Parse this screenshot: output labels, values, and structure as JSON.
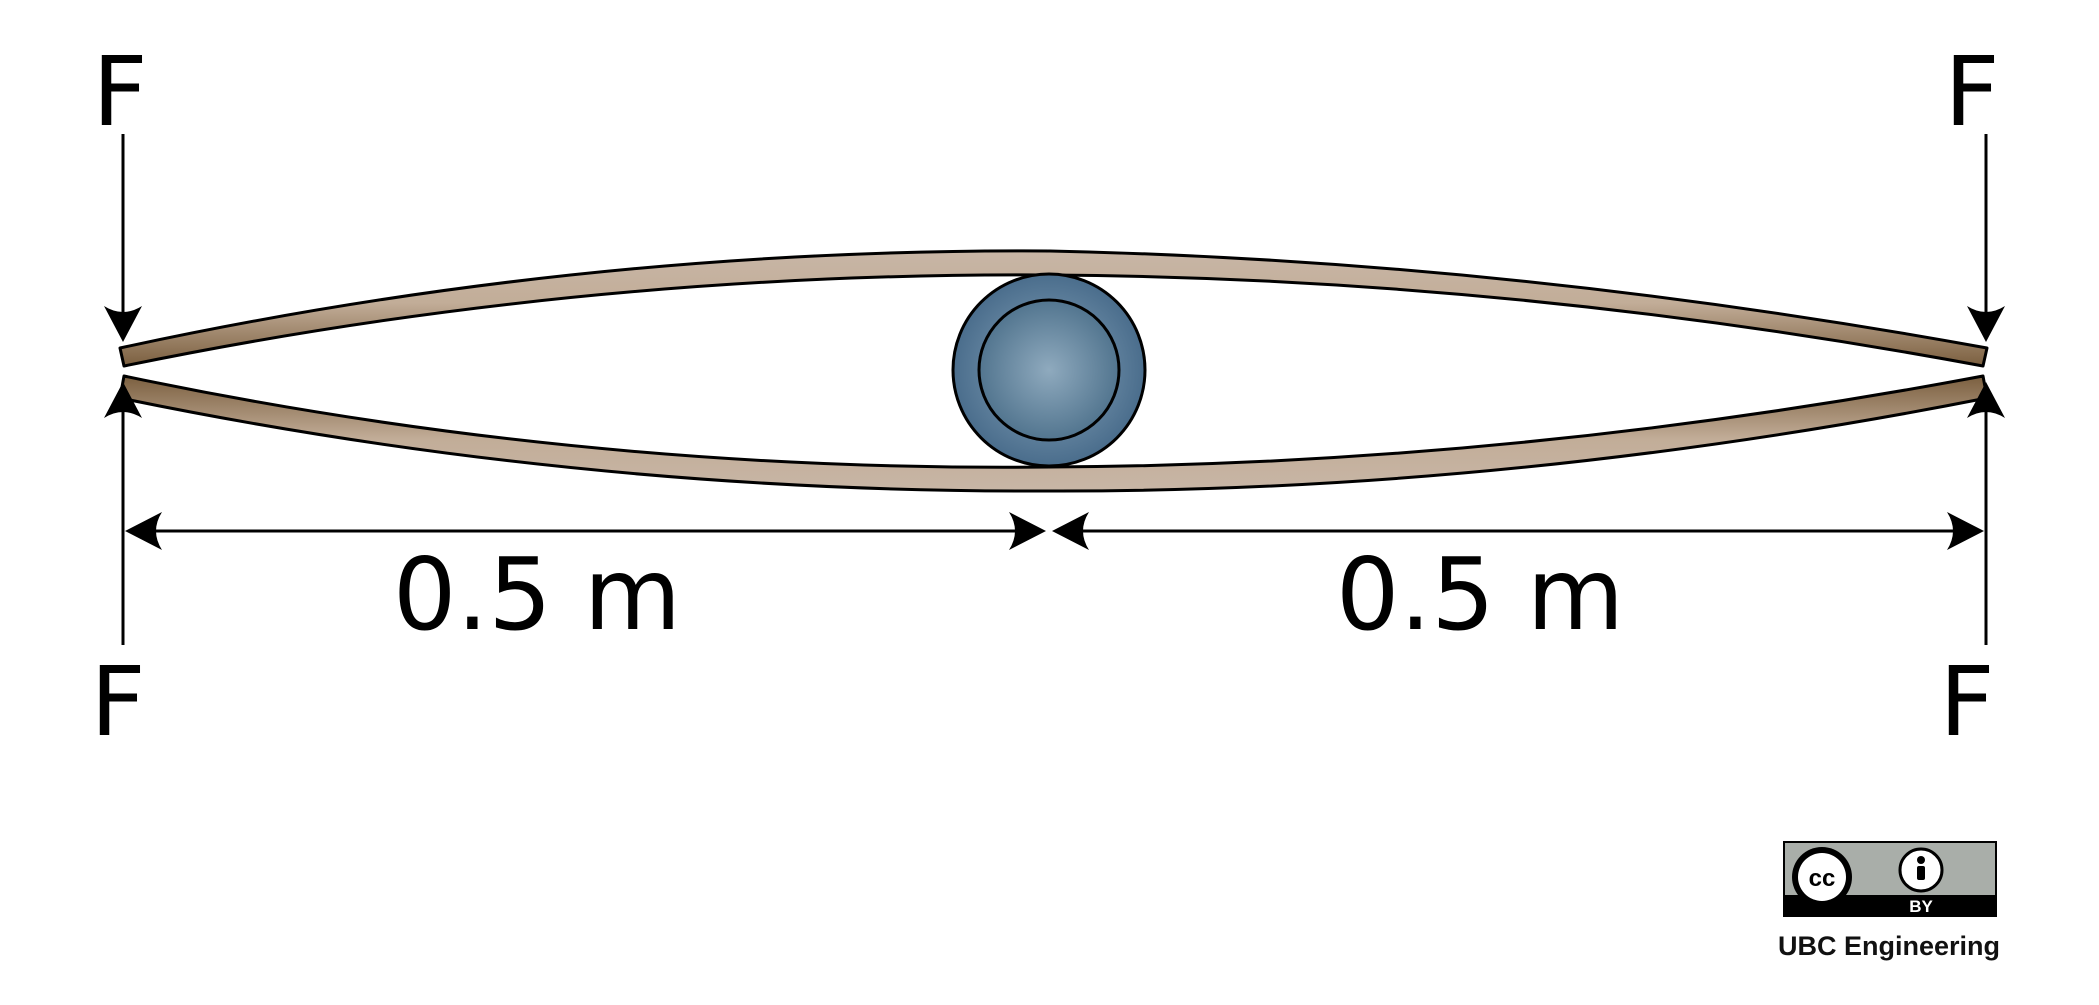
{
  "forces": {
    "top_left": "F",
    "top_right": "F",
    "bottom_left": "F",
    "bottom_right": "F"
  },
  "dimensions": {
    "left": "0.5 m",
    "right": "0.5 m"
  },
  "license": {
    "cc_text": "cc",
    "by_text": "BY",
    "credit": "UBC Engineering"
  },
  "colors": {
    "strip_light": "#c8b6a6",
    "strip_dark": "#7b5f3f",
    "ball_light": "#8aa7bd",
    "ball_dark": "#4a6d8c",
    "badge_gray": "#a9aea9"
  }
}
